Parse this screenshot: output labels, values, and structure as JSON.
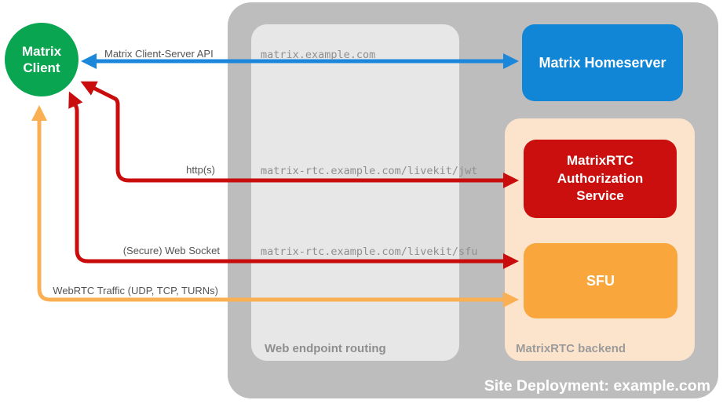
{
  "diagram": {
    "title": "Site Deployment: example.com"
  },
  "nodes": {
    "client": {
      "line1": "Matrix",
      "line2": "Client",
      "color": "#0AA551"
    },
    "homeserver": {
      "label": "Matrix Homeserver",
      "color": "#1186D7"
    },
    "auth_service": {
      "label": "MatrixRTC Authorization Service",
      "color": "#CB0F0F"
    },
    "sfu": {
      "label": "SFU",
      "color": "#F9A63C"
    }
  },
  "regions": {
    "site_deployment": {
      "label": "Site Deployment: example.com",
      "color": "#BDBDBD"
    },
    "web_endpoint_routing": {
      "label": "Web endpoint routing",
      "color": "#E7E7E7"
    },
    "matrixrtc_backend": {
      "label": "MatrixRTC backend",
      "color": "#FCE4CC"
    }
  },
  "connections": {
    "client_server_api": {
      "label": "Matrix Client-Server API",
      "route": "matrix.example.com",
      "color": "#1B87DB"
    },
    "http": {
      "label": "http(s)",
      "route": "matrix-rtc.example.com/livekit/jwt",
      "color": "#C90C0C"
    },
    "websocket": {
      "label": "(Secure) Web Socket",
      "route": "matrix-rtc.example.com/livekit/sfu",
      "color": "#C90C0C"
    },
    "webrtc": {
      "label": "WebRTC Traffic (UDP, TCP, TURNs)",
      "color": "#FBAF53"
    }
  }
}
